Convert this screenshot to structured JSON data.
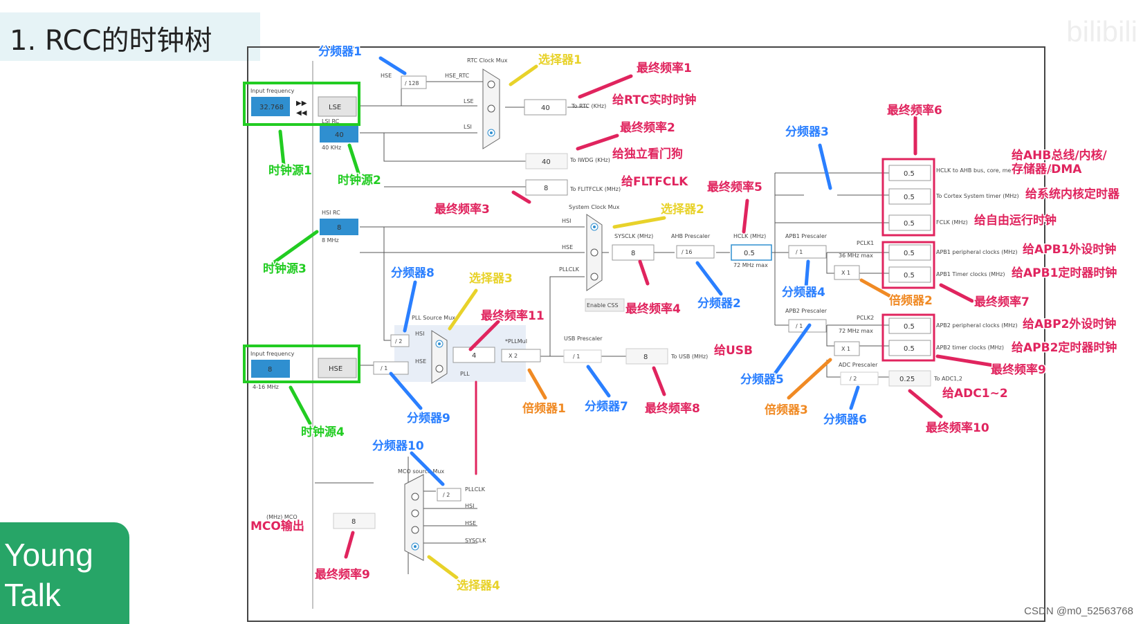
{
  "page_title": "1. RCC的时钟树",
  "watermark": "bilibili",
  "brand": {
    "line1": "Young",
    "line2": "Talk"
  },
  "credit": "CSDN @m0_52563768",
  "colors": {
    "source_box": "#22cc22",
    "output_box": "#e0245e",
    "divider_label": "#2a7fff",
    "selector_label": "#e8d22a",
    "freq_label": "#e0245e",
    "multiplier_label": "#f08a24",
    "box_fill": "#2f8fd0"
  },
  "diagram": {
    "sources": {
      "lse": {
        "freq_label": "Input frequency",
        "value": "32.768",
        "name": "LSE"
      },
      "lsi": {
        "caption": "LSI RC",
        "value": "40",
        "unit": "40 KHz"
      },
      "hsi": {
        "caption": "HSI RC",
        "value": "8",
        "unit": "8 MHz"
      },
      "hse": {
        "freq_label": "Input frequency",
        "value": "8",
        "name": "HSE",
        "range": "4-16 MHz"
      }
    },
    "rtc": {
      "mux_title": "RTC Clock Mux",
      "hse_label": "HSE",
      "div_value": "/ 128",
      "hse_rtc_label": "HSE_RTC",
      "lse_label": "LSE",
      "lsi_label": "LSI",
      "out_value": "40",
      "out_label": "To RTC (KHz)"
    },
    "iwdg": {
      "value": "40",
      "label": "To IWDG (KHz)"
    },
    "flit": {
      "value": "8",
      "label": "To FLITFCLK (MHz)"
    },
    "sysmux": {
      "title": "System Clock Mux",
      "hsi": "HSI",
      "hse": "HSE",
      "pllclk": "PLLCLK",
      "enable_css": "Enable CSS"
    },
    "sysclk": {
      "label": "SYSCLK (MHz)",
      "value": "8"
    },
    "ahb": {
      "label": "AHB Prescaler",
      "value": "/ 16"
    },
    "hclk": {
      "label": "HCLK (MHz)",
      "value": "0.5",
      "max": "72 MHz max"
    },
    "pll": {
      "source_label": "PLL Source Mux",
      "hsi": "HSI",
      "hse": "HSE",
      "hsi_div": "/ 2",
      "hse_div": "/ 1",
      "value": "4",
      "mul_label": "*PLLMul",
      "mul": "X 2",
      "name": "PLL"
    },
    "usb": {
      "prescaler_label": "USB Prescaler",
      "div": "/ 1",
      "out_value": "8",
      "out_label": "To USB (MHz)"
    },
    "apb1": {
      "label": "APB1 Prescaler",
      "value": "/ 1",
      "pclk": "PCLK1",
      "max": "36 MHz max",
      "mul": "X 1"
    },
    "apb2": {
      "label": "APB2 Prescaler",
      "value": "/ 1",
      "pclk": "PCLK2",
      "max": "72 MHz max",
      "mul": "X 1"
    },
    "adc": {
      "label": "ADC Prescaler",
      "value": "/ 2",
      "out_value": "0.25",
      "out_label": "To ADC1,2"
    },
    "outputs": [
      {
        "value": "0.5",
        "label": "HCLK to AHB bus, core, memory and DMA (MHz)"
      },
      {
        "value": "0.5",
        "label": "To Cortex System timer (MHz)"
      },
      {
        "value": "0.5",
        "label": "FCLK (MHz)"
      },
      {
        "value": "0.5",
        "label": "APB1 peripheral clocks (MHz)"
      },
      {
        "value": "0.5",
        "label": "APB1 Timer clocks (MHz)"
      },
      {
        "value": "0.5",
        "label": "APB2 peripheral clocks (MHz)"
      },
      {
        "value": "0.5",
        "label": "APB2 timer clocks (MHz)"
      }
    ],
    "mco": {
      "source_label": "MCO source Mux",
      "div": "/ 2",
      "pllclk": "PLLCLK",
      "hsi": "HSI",
      "hse": "HSE",
      "sysclk": "SYSCLK",
      "out_label": "(MHz) MCO",
      "out_value": "8"
    }
  },
  "annotations": {
    "div1": "分频器1",
    "sel1": "选择器1",
    "freq1": "最终频率1",
    "rtc": "给RTC实时时钟",
    "src1": "时钟源1",
    "src2": "时钟源2",
    "freq2": "最终频率2",
    "iwdg": "给独立看门狗",
    "fltf": "给FLTFCLK",
    "freq3": "最终频率3",
    "sel2": "选择器2",
    "freq5": "最终频率5",
    "div3": "分频器3",
    "freq6": "最终频率6",
    "ahb": "给AHB总线/内核/",
    "ahb2": "存储器/DMA",
    "systick": "给系统内核定时器",
    "fclk": "给自由运行时钟",
    "src3": "时钟源3",
    "div8": "分频器8",
    "sel3": "选择器3",
    "freq11": "最终频率11",
    "freq4": "最终频率4",
    "div2": "分频器2",
    "div4": "分频器4",
    "mul2": "倍频器2",
    "freq7": "最终频率7",
    "apb1p": "给APB1外设时钟",
    "apb1t": "给APB1定时器时钟",
    "apb2p": "给ABP2外设时钟",
    "apb2t": "给APB2定时器时钟",
    "usb": "给USB",
    "src4": "时钟源4",
    "div9": "分频器9",
    "mul1": "倍频器1",
    "div7": "分频器7",
    "freq8": "最终频率8",
    "div5": "分频器5",
    "mul3": "倍频器3",
    "div6": "分频器6",
    "freq9b": "最终频率9",
    "adc": "给ADC1~2",
    "freq10": "最终频率10",
    "div10": "分频器10",
    "mco": "MCO输出",
    "freq9": "最终频率9",
    "sel4": "选择器4"
  }
}
